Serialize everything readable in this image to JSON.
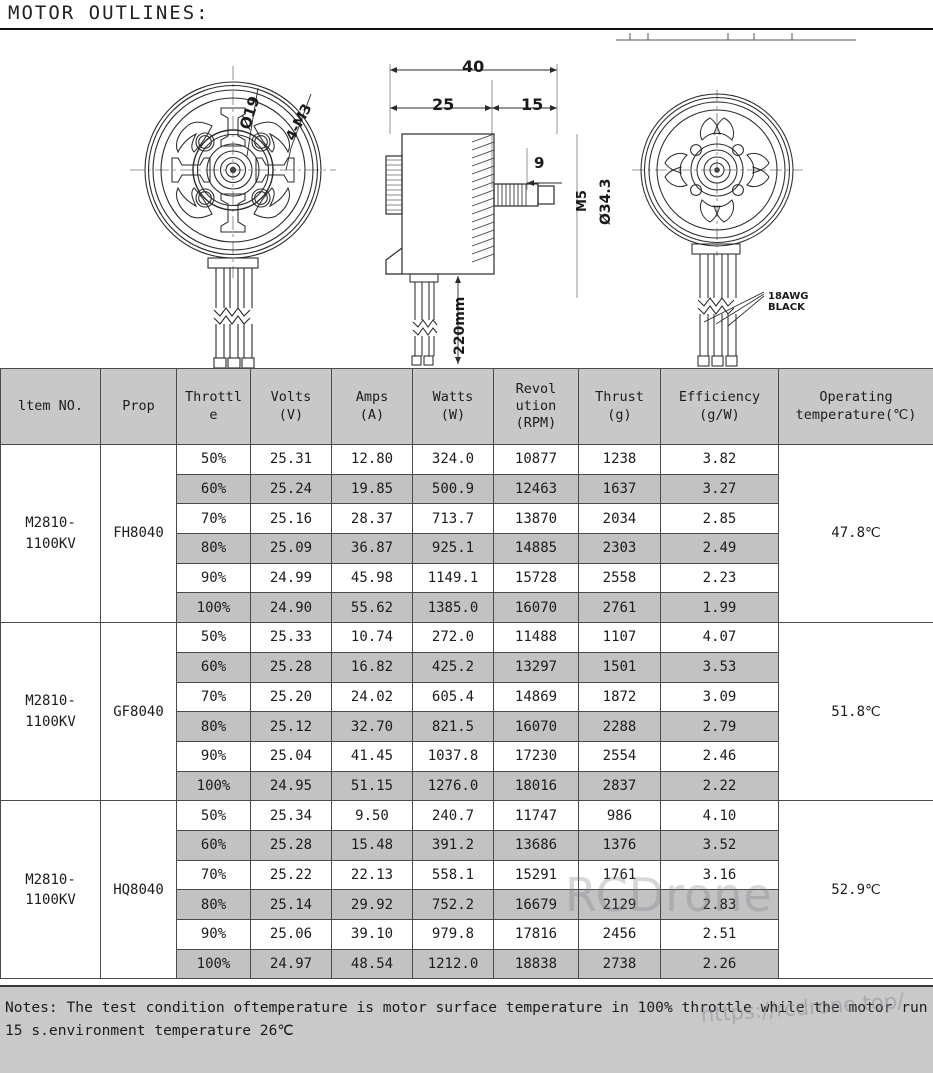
{
  "title": "MOTOR OUTLINES:",
  "drawings": {
    "front_view": {
      "labels": [
        {
          "name": "diameter-19",
          "text": "Ø19"
        },
        {
          "name": "four-m3-threads",
          "text": "4-M3"
        }
      ]
    },
    "side_view": {
      "labels": [
        {
          "name": "overall-length-40",
          "text": "40"
        },
        {
          "name": "body-length-25",
          "text": "25"
        },
        {
          "name": "shaft-length-15",
          "text": "15"
        },
        {
          "name": "thread-length-9",
          "text": "9"
        },
        {
          "name": "shaft-thread-m5",
          "text": "M5"
        },
        {
          "name": "outer-diameter-34-3",
          "text": "Ø34.3"
        },
        {
          "name": "wire-length-220mm",
          "text": "220mm"
        }
      ]
    },
    "rear_view": {
      "labels": [
        {
          "name": "wire-gauge-18awg-black",
          "line1": "18AWG",
          "line2": "BLACK"
        }
      ]
    }
  },
  "table": {
    "headers": [
      {
        "name": "item-no",
        "line1": "ltem NO.",
        "line2": ""
      },
      {
        "name": "prop",
        "line1": "Prop",
        "line2": ""
      },
      {
        "name": "throttle",
        "line1": "Throttl",
        "line2": "e"
      },
      {
        "name": "volts",
        "line1": "Volts",
        "line2": "(V)"
      },
      {
        "name": "amps",
        "line1": "Amps",
        "line2": "(A)"
      },
      {
        "name": "watts",
        "line1": "Watts",
        "line2": "(W)"
      },
      {
        "name": "revolution",
        "line1": "Revol",
        "line2": "ution",
        "line3": "(RPM)"
      },
      {
        "name": "thrust",
        "line1": "Thrust",
        "line2": "(g)"
      },
      {
        "name": "efficiency",
        "line1": "Efficiency",
        "line2": "(g/W)"
      },
      {
        "name": "operating-temperature",
        "line1": "Operating",
        "line2": "temperature(℃)"
      }
    ],
    "blocks": [
      {
        "item_no_line1": "M2810-",
        "item_no_line2": "1100KV",
        "prop": "FH8040",
        "operating_temperature": "47.8℃",
        "rows": [
          {
            "throttle": "50%",
            "volts": "25.31",
            "amps": "12.80",
            "watts": "324.0",
            "rpm": "10877",
            "thrust": "1238",
            "efficiency": "3.82",
            "shaded": false
          },
          {
            "throttle": "60%",
            "volts": "25.24",
            "amps": "19.85",
            "watts": "500.9",
            "rpm": "12463",
            "thrust": "1637",
            "efficiency": "3.27",
            "shaded": true
          },
          {
            "throttle": "70%",
            "volts": "25.16",
            "amps": "28.37",
            "watts": "713.7",
            "rpm": "13870",
            "thrust": "2034",
            "efficiency": "2.85",
            "shaded": false
          },
          {
            "throttle": "80%",
            "volts": "25.09",
            "amps": "36.87",
            "watts": "925.1",
            "rpm": "14885",
            "thrust": "2303",
            "efficiency": "2.49",
            "shaded": true
          },
          {
            "throttle": "90%",
            "volts": "24.99",
            "amps": "45.98",
            "watts": "1149.1",
            "rpm": "15728",
            "thrust": "2558",
            "efficiency": "2.23",
            "shaded": false
          },
          {
            "throttle": "100%",
            "volts": "24.90",
            "amps": "55.62",
            "watts": "1385.0",
            "rpm": "16070",
            "thrust": "2761",
            "efficiency": "1.99",
            "shaded": true
          }
        ]
      },
      {
        "item_no_line1": "M2810-",
        "item_no_line2": "1100KV",
        "prop": "GF8040",
        "operating_temperature": "51.8℃",
        "rows": [
          {
            "throttle": "50%",
            "volts": "25.33",
            "amps": "10.74",
            "watts": "272.0",
            "rpm": "11488",
            "thrust": "1107",
            "efficiency": "4.07",
            "shaded": false
          },
          {
            "throttle": "60%",
            "volts": "25.28",
            "amps": "16.82",
            "watts": "425.2",
            "rpm": "13297",
            "thrust": "1501",
            "efficiency": "3.53",
            "shaded": true
          },
          {
            "throttle": "70%",
            "volts": "25.20",
            "amps": "24.02",
            "watts": "605.4",
            "rpm": "14869",
            "thrust": "1872",
            "efficiency": "3.09",
            "shaded": false
          },
          {
            "throttle": "80%",
            "volts": "25.12",
            "amps": "32.70",
            "watts": "821.5",
            "rpm": "16070",
            "thrust": "2288",
            "efficiency": "2.79",
            "shaded": true
          },
          {
            "throttle": "90%",
            "volts": "25.04",
            "amps": "41.45",
            "watts": "1037.8",
            "rpm": "17230",
            "thrust": "2554",
            "efficiency": "2.46",
            "shaded": false
          },
          {
            "throttle": "100%",
            "volts": "24.95",
            "amps": "51.15",
            "watts": "1276.0",
            "rpm": "18016",
            "thrust": "2837",
            "efficiency": "2.22",
            "shaded": true
          }
        ]
      },
      {
        "item_no_line1": "M2810-",
        "item_no_line2": "1100KV",
        "prop": "HQ8040",
        "operating_temperature": "52.9℃",
        "rows": [
          {
            "throttle": "50%",
            "volts": "25.34",
            "amps": "9.50",
            "watts": "240.7",
            "rpm": "11747",
            "thrust": "986",
            "efficiency": "4.10",
            "shaded": false
          },
          {
            "throttle": "60%",
            "volts": "25.28",
            "amps": "15.48",
            "watts": "391.2",
            "rpm": "13686",
            "thrust": "1376",
            "efficiency": "3.52",
            "shaded": true
          },
          {
            "throttle": "70%",
            "volts": "25.22",
            "amps": "22.13",
            "watts": "558.1",
            "rpm": "15291",
            "thrust": "1761",
            "efficiency": "3.16",
            "shaded": false
          },
          {
            "throttle": "80%",
            "volts": "25.14",
            "amps": "29.92",
            "watts": "752.2",
            "rpm": "16679",
            "thrust": "2129",
            "efficiency": "2.83",
            "shaded": true
          },
          {
            "throttle": "90%",
            "volts": "25.06",
            "amps": "39.10",
            "watts": "979.8",
            "rpm": "17816",
            "thrust": "2456",
            "efficiency": "2.51",
            "shaded": false
          },
          {
            "throttle": "100%",
            "volts": "24.97",
            "amps": "48.54",
            "watts": "1212.0",
            "rpm": "18838",
            "thrust": "2738",
            "efficiency": "2.26",
            "shaded": true
          }
        ]
      }
    ]
  },
  "notes": {
    "text": "Notes: The test condition oftemperature is motor surface temperature in 100% throttle while the motor run 15 s.environment temperature 26℃"
  },
  "watermarks": {
    "brand": "RCDrone",
    "url": "https://rcdrone.top/"
  },
  "colors": {
    "header_bg": "#c8c8c8",
    "row_shaded": "#c2c2c2",
    "notes_bg": "#c9c9c9",
    "border": "#4a4a4a",
    "text": "#1c1c1c"
  }
}
